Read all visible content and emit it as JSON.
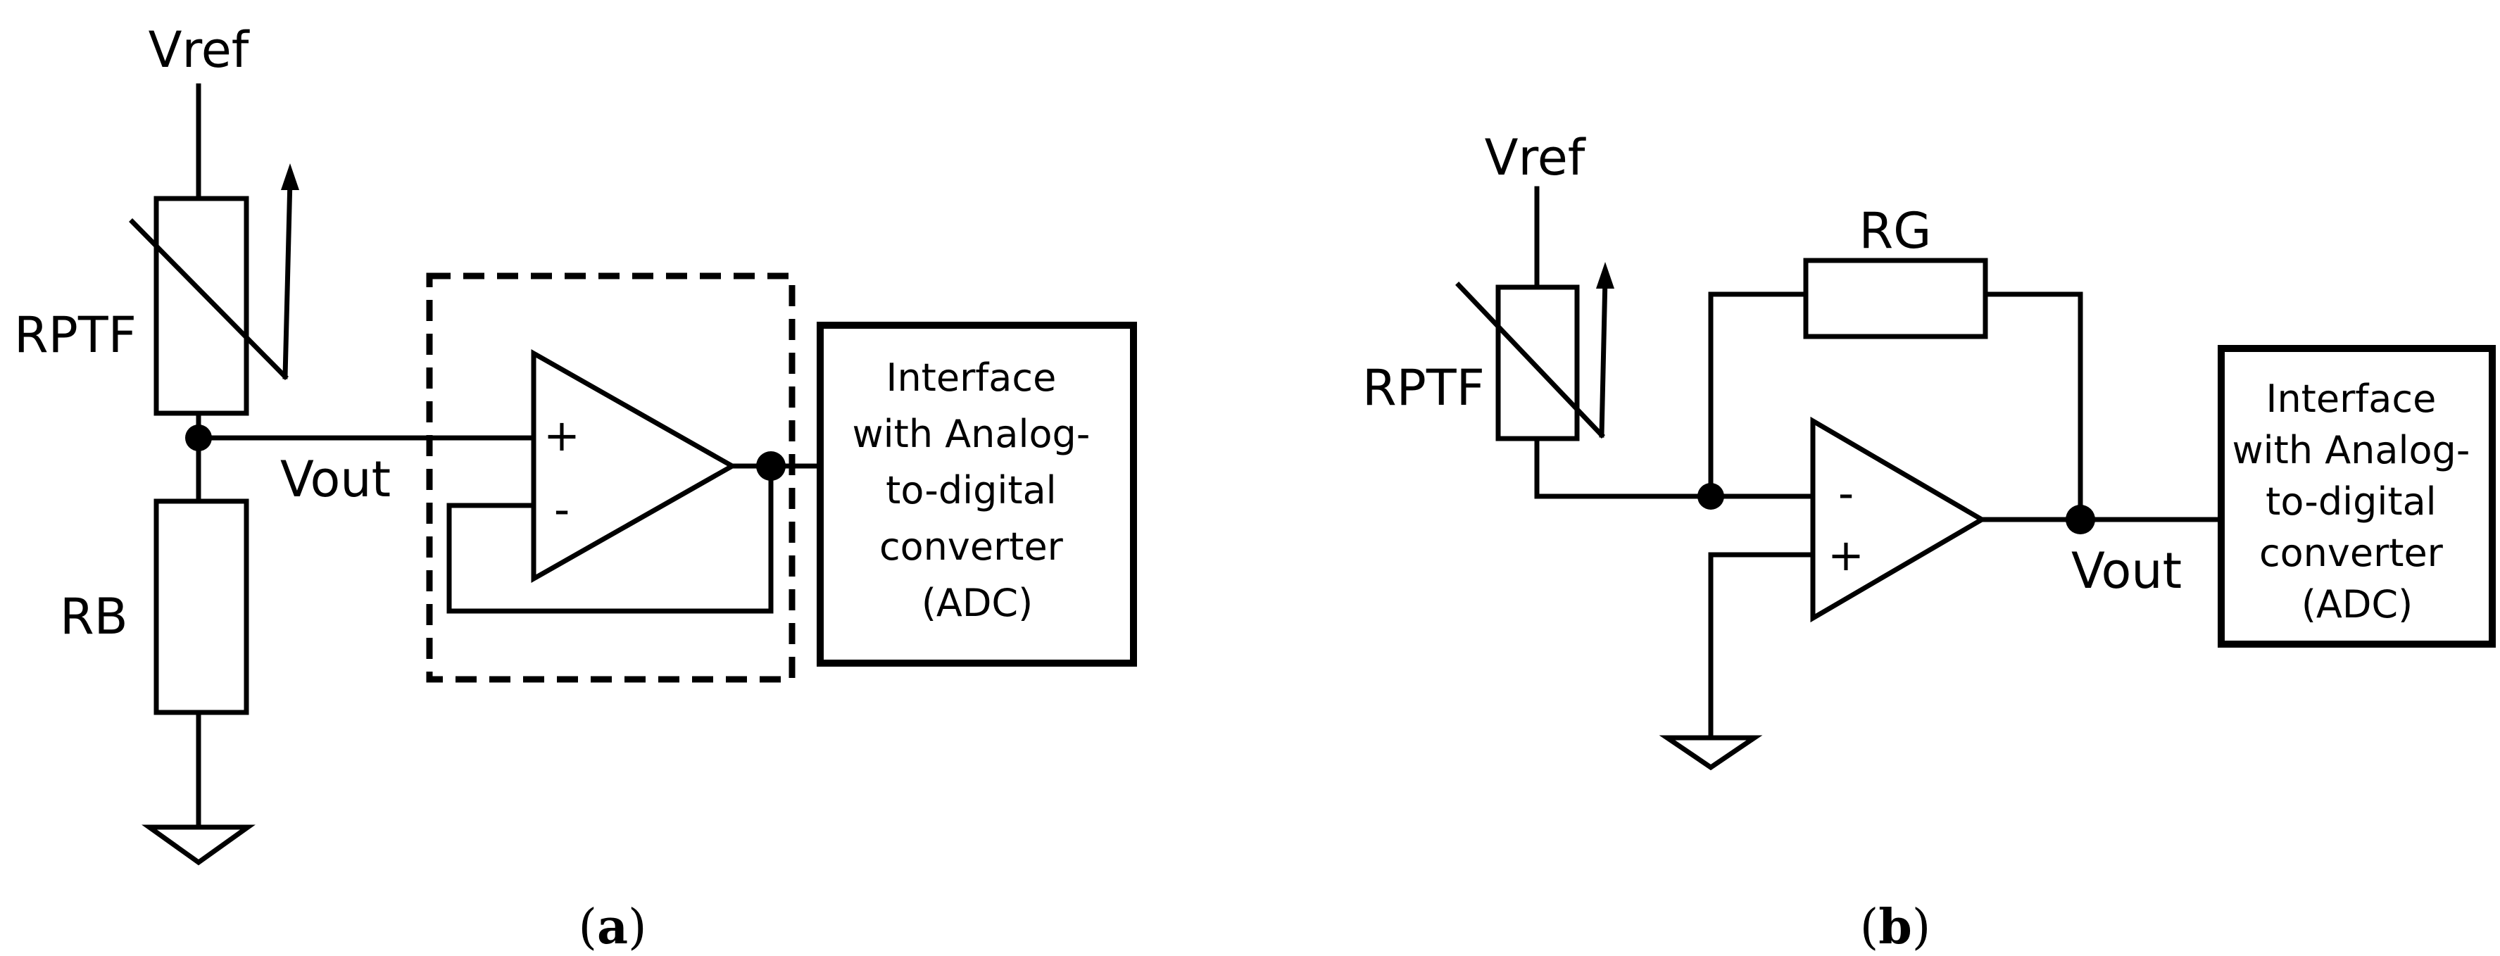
{
  "panel_a": {
    "vref_label": "Vref",
    "rptf_label": "RPTF",
    "vout_label": "Vout",
    "rb_label": "RB",
    "plus_sign": "+",
    "minus_sign": "-",
    "adc_lines": [
      "Interface",
      "with Analog-",
      "to-digital",
      "converter",
      "(ADC)"
    ],
    "caption_open": "(",
    "caption_letter": "a",
    "caption_close": ")"
  },
  "panel_b": {
    "vref_label": "Vref",
    "rg_label": "RG",
    "rptf_label": "RPTF",
    "vout_label": "Vout",
    "minus_sign": "-",
    "plus_sign": "+",
    "adc_lines": [
      "Interface",
      "with Analog-",
      "to-digital",
      "converter",
      "(ADC)"
    ],
    "caption_open": "(",
    "caption_letter": "b",
    "caption_close": ")"
  }
}
